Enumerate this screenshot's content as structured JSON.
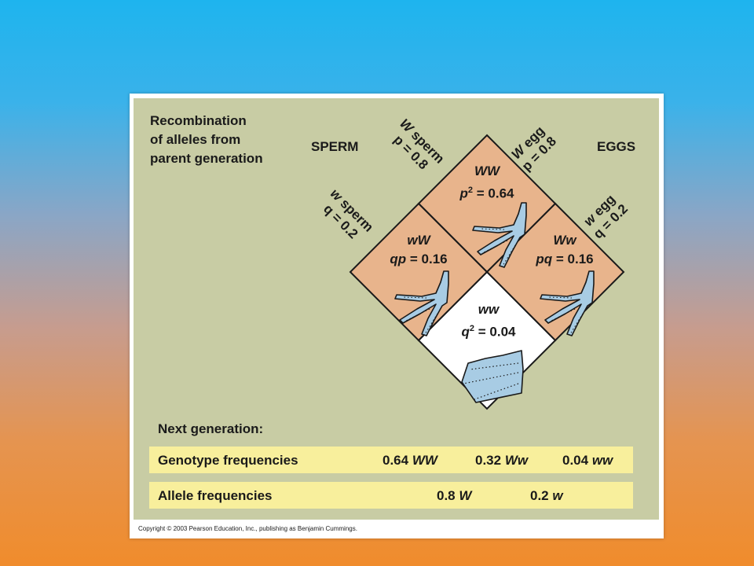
{
  "heading": [
    "Recombination",
    "of alleles from",
    "parent generation"
  ],
  "sperm_label": "SPERM",
  "eggs_label": "EGGS",
  "gametes": {
    "W_sperm": {
      "allele": "W",
      "word": "sperm",
      "freq": "p = 0.8"
    },
    "w_sperm": {
      "allele": "w",
      "word": "sperm",
      "freq": "q = 0.2"
    },
    "W_egg": {
      "allele": "W",
      "word": "egg",
      "freq": "p = 0.8"
    },
    "w_egg": {
      "allele": "w",
      "word": "egg",
      "freq": "q = 0.2"
    }
  },
  "cells": {
    "WW": {
      "genotype": "WW",
      "var": "p",
      "exp": "2",
      "value": " = 0.64"
    },
    "wW": {
      "genotype": "wW",
      "var": "qp",
      "value": " = 0.16"
    },
    "Ww": {
      "genotype": "Ww",
      "var": "pq",
      "value": " = 0.16"
    },
    "ww": {
      "genotype": "ww",
      "var": "q",
      "exp": "2",
      "value": " = 0.04"
    }
  },
  "next_generation": {
    "label": "Next generation:",
    "genotype": {
      "label": "Genotype frequencies",
      "items": [
        {
          "value": "0.64",
          "genotype": "WW"
        },
        {
          "value": "0.32",
          "genotype": "Ww"
        },
        {
          "value": "0.04",
          "genotype": "ww"
        }
      ]
    },
    "allele": {
      "label": "Allele frequencies",
      "items": [
        {
          "value": "0.8",
          "allele": "W"
        },
        {
          "value": "0.2",
          "allele": "w"
        }
      ]
    }
  },
  "copyright": "Copyright © 2003 Pearson Education, Inc., publishing as Benjamin Cummings.",
  "colors": {
    "panel": "#c8cca4",
    "cell_fill": "#e8b48c",
    "recessive_cell": "#ffffff",
    "foot": "#a8cce4",
    "bar": "#f8ef9c"
  }
}
